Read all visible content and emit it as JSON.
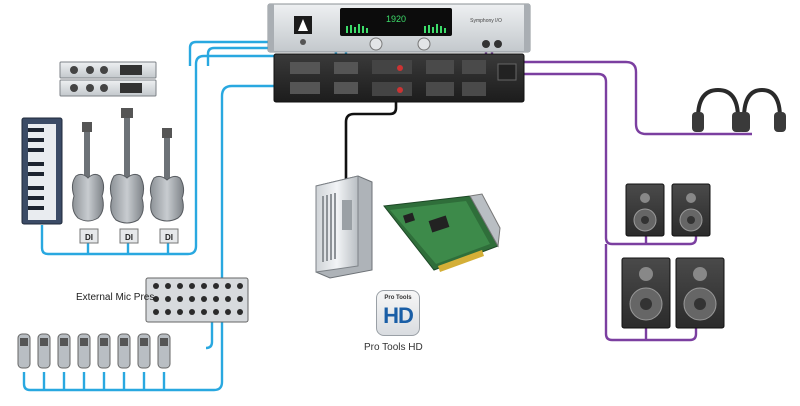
{
  "labels": {
    "external_mic_pres": "External Mic Pres",
    "pro_tools_hd": "Pro Tools HD",
    "badge_top": "Pro Tools",
    "badge_main": "HD",
    "di": "DI",
    "interface_display": "1920",
    "interface_brand": "Symphony I/O"
  },
  "colors": {
    "analog_cable": "#29a8e0",
    "monitor_cable": "#7b3fa0",
    "digital_cable": "#111111",
    "rack_metal": "#cfd3d6",
    "rack_dark": "#2a2a2a",
    "display_green": "#3ddc6a"
  },
  "icons": [
    "audio-interface-icon",
    "rack-preamp-icon",
    "keyboard-icon",
    "guitar-icon",
    "bass-guitar-icon",
    "di-box-icon",
    "mic-preamp-icon",
    "microphone-icon",
    "computer-tower-icon",
    "pcie-card-icon",
    "pro-tools-hd-badge-icon",
    "headphones-icon",
    "speaker-icon"
  ]
}
